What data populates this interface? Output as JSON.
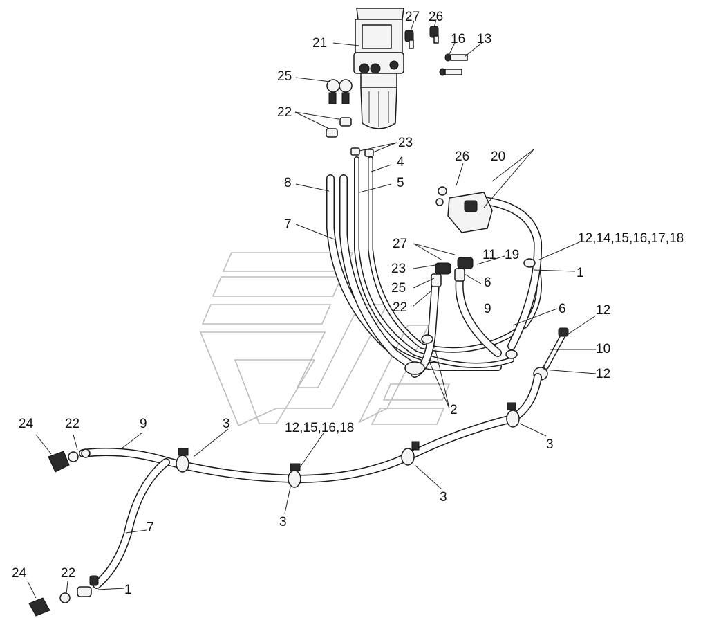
{
  "callouts": {
    "c27_top": "27",
    "c26_top": "26",
    "c16_top": "16",
    "c13": "13",
    "c21": "21",
    "c25_top": "25",
    "c22_top": "22",
    "c23_top": "23",
    "c4": "4",
    "c5": "5",
    "c8": "8",
    "c7_top": "7",
    "c26_mid": "26",
    "c20": "20",
    "c27_mid": "27",
    "c11": "11",
    "c19": "19",
    "c23_mid": "23",
    "c25_mid": "25",
    "c6_a": "6",
    "c22_mid": "22",
    "c9_mid": "9",
    "c6_b": "6",
    "c12_list": "12,14,15,16,17,18",
    "c1_right": "1",
    "c12_a": "12",
    "c10": "10",
    "c12_b": "12",
    "c2": "2",
    "c3_a": "3",
    "c12_list2": "12,15,16,18",
    "c3_b": "3",
    "c3_c": "3",
    "c3_d": "3",
    "c24_top": "24",
    "c22_left": "22",
    "c9_left": "9",
    "c7_low": "7",
    "c24_low": "24",
    "c22_low": "22",
    "c1_low": "1"
  }
}
